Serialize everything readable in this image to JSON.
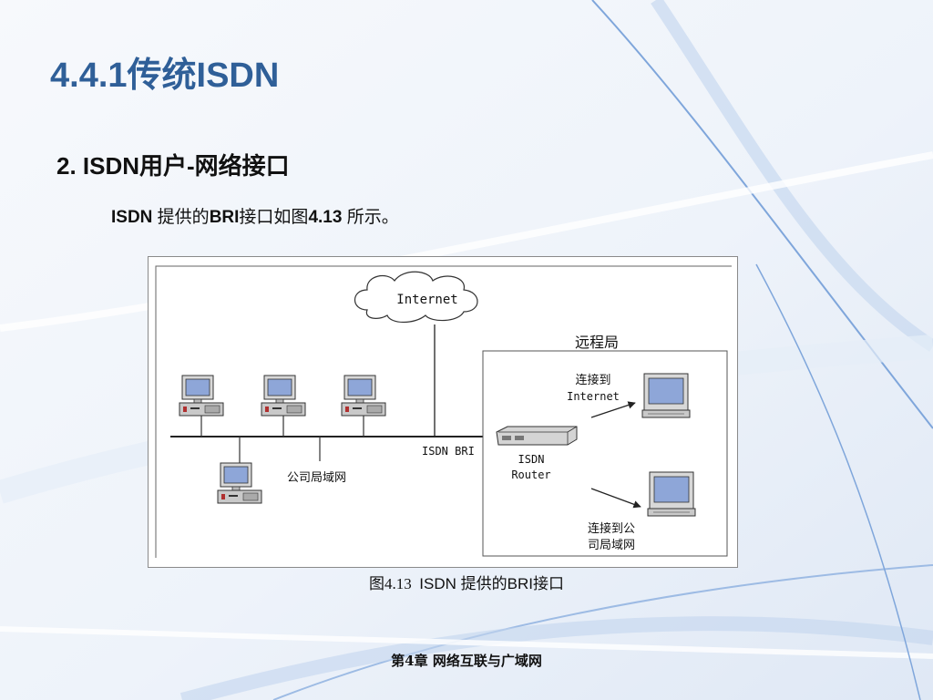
{
  "slide": {
    "title": "4.4.1传统ISDN",
    "subtitle": "2. ISDN用户-网络接口",
    "body": {
      "part1": "ISDN",
      "part2": " 提供的",
      "part3": "BRI",
      "part4": "接口如图",
      "part5": "4.13",
      "part6": " 所示。"
    },
    "caption": {
      "number": "图4.13",
      "text": "ISDN 提供的BRI接口"
    },
    "footer": "第4章  网络互联与广域网"
  },
  "diagram": {
    "cloud_label": "Internet",
    "remote_office_label": "远程局",
    "connect_internet_line1": "连接到",
    "connect_internet_line2": "Internet",
    "connect_lan_line1": "连接到公",
    "connect_lan_line2": "司局域网",
    "bri_label": "ISDN BRI",
    "router_label_line1": "ISDN",
    "router_label_line2": "Router",
    "lan_label": "公司局域网"
  },
  "colors": {
    "title": "#2f5f98",
    "accent_lines": "#6f9fd8",
    "screen": "#8ea6d8",
    "device": "#c9c9c9"
  }
}
